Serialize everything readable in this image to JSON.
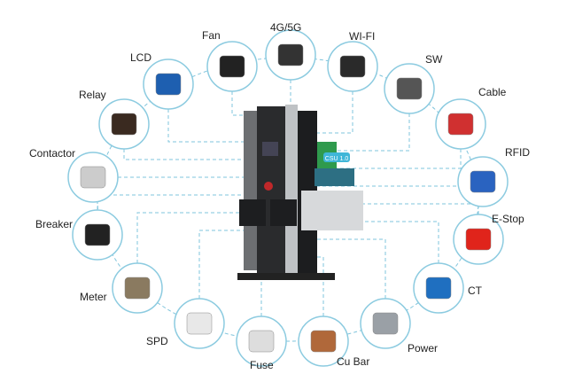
{
  "charger": {
    "badge": "CSU 1.0"
  },
  "components": [
    {
      "id": "fan",
      "label": "Fan",
      "icon": "fan-icon",
      "color": "#222222"
    },
    {
      "id": "4g5g",
      "label": "4G/5G",
      "icon": "antenna-icon",
      "color": "#333333"
    },
    {
      "id": "wifi",
      "label": "WI-FI",
      "icon": "wifi-module-icon",
      "color": "#2a2a2a"
    },
    {
      "id": "lcd",
      "label": "LCD",
      "icon": "lcd-screen-icon",
      "color": "#1e5fb0"
    },
    {
      "id": "sw",
      "label": "SW",
      "icon": "switch-icon",
      "color": "#555555"
    },
    {
      "id": "relay",
      "label": "Relay",
      "icon": "relay-icon",
      "color": "#3a2a20"
    },
    {
      "id": "cable",
      "label": "Cable",
      "icon": "cable-icon",
      "color": "#d03030"
    },
    {
      "id": "contactor",
      "label": "Contactor",
      "icon": "contactor-icon",
      "color": "#cccccc"
    },
    {
      "id": "rfid",
      "label": "RFID",
      "icon": "rfid-icon",
      "color": "#2a63c0"
    },
    {
      "id": "breaker",
      "label": "Breaker",
      "icon": "breaker-icon",
      "color": "#222222"
    },
    {
      "id": "estop",
      "label": "E-Stop",
      "icon": "emergency-stop-icon",
      "color": "#e0241b"
    },
    {
      "id": "meter",
      "label": "Meter",
      "icon": "meter-icon",
      "color": "#8a7a60"
    },
    {
      "id": "ct",
      "label": "CT",
      "icon": "current-transformer-icon",
      "color": "#1f6fc0"
    },
    {
      "id": "spd",
      "label": "SPD",
      "icon": "surge-protector-icon",
      "color": "#e8e8e8"
    },
    {
      "id": "power",
      "label": "Power",
      "icon": "power-supply-icon",
      "color": "#9aa0a6"
    },
    {
      "id": "fuse",
      "label": "Fuse",
      "icon": "fuse-icon",
      "color": "#dddddd"
    },
    {
      "id": "cubar",
      "label": "Cu Bar",
      "icon": "copper-bar-icon",
      "color": "#b0683a"
    }
  ],
  "colors": {
    "line": "#7fc4dc",
    "ring": "#8ccbe0"
  }
}
